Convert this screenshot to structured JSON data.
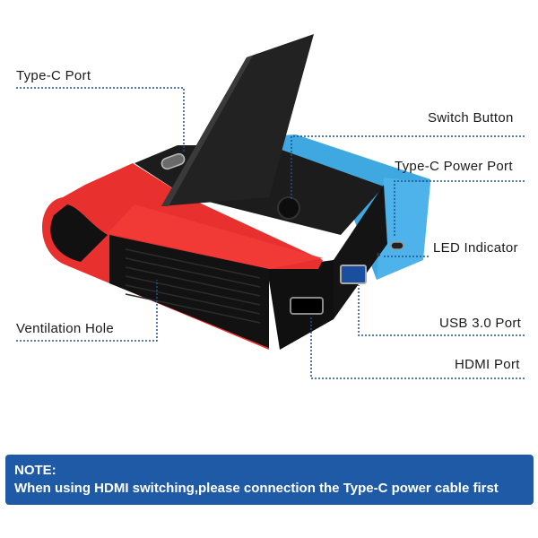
{
  "labels": {
    "type_c_port": "Type-C Port",
    "switch_button": "Switch Button",
    "type_c_power_port": "Type-C Power Port",
    "led_indicator": "LED Indicator",
    "ventilation_hole": "Ventilation Hole",
    "usb_port": "USB 3.0 Port",
    "hdmi_port": "HDMI Port"
  },
  "note": {
    "title": "NOTE:",
    "text": "When using HDMI switching,please connection the Type-C power cable first"
  },
  "colors": {
    "red": "#e8312f",
    "blue": "#3fa8e0",
    "black": "#1b1b1b",
    "note_bg": "#1f5aa6"
  }
}
